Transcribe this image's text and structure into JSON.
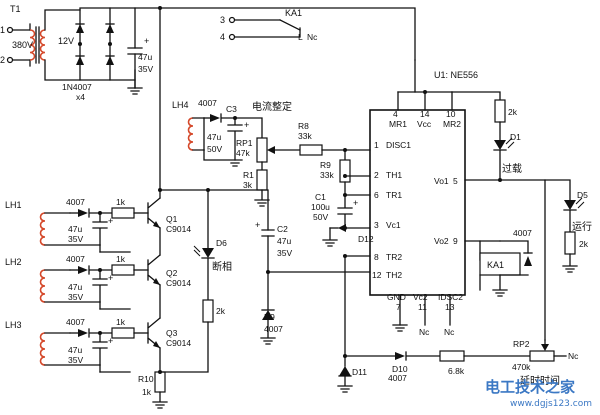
{
  "labels": {
    "t1": "T1",
    "v380": "380V",
    "v12": "12V",
    "term1": "1",
    "term2": "2",
    "term3": "3",
    "term4": "4",
    "rect_diode": "1N4007",
    "rect_x4": "x4",
    "cap_main_val": "47u",
    "cap_main_volt": "35V",
    "ka1_top": "KA1",
    "ka1_l": "L",
    "ka1_nc": "Nc",
    "ic_name": "U1: NE556",
    "pin4": "4",
    "pin4_name": "MR1",
    "pin14": "14",
    "pin14_name": "Vcc",
    "pin10": "10",
    "pin10_name": "MR2",
    "r_2k_top": "2k",
    "d1": "D1",
    "overload": "过载",
    "lh4": "LH4",
    "d4007_lh4": "4007",
    "c3": "C3",
    "c3_val": "47u",
    "c3_volt": "50V",
    "current_set": "电流整定",
    "rp1": "RP1",
    "rp1_val": "47k",
    "r1": "R1",
    "r1_val": "3k",
    "r8": "R8",
    "r8_val": "33k",
    "r9": "R9",
    "r9_val": "33k",
    "pin1": "1",
    "pin1_name": "DISC1",
    "pin2": "2",
    "pin2_name": "TH1",
    "pin6": "6",
    "pin6_name": "TR1",
    "pin3": "3",
    "pin3_name": "Vc1",
    "pin8": "8",
    "pin8_name": "TR2",
    "pin12": "12",
    "pin12_name": "TH2",
    "pin5": "5",
    "pin5_name": "Vo1",
    "pin9": "9",
    "pin9_name": "Vo2",
    "pin7": "7",
    "pin7_name": "GND",
    "pin11": "11",
    "pin11_name": "Vc2",
    "pin13": "13",
    "pin13_name": "IDSC2",
    "c1": "C1",
    "c1_val": "100u",
    "c1_volt": "50V",
    "d12": "D12",
    "d5": "D5",
    "run": "运行",
    "r_2k_right": "2k",
    "d4007_right": "4007",
    "ka1_coil": "KA1",
    "lh1": "LH1",
    "lh2": "LH2",
    "lh3": "LH3",
    "d4007_lh1": "4007",
    "d4007_lh2": "4007",
    "d4007_lh3": "4007",
    "r1k_a": "1k",
    "r1k_b": "1k",
    "r1k_c": "1k",
    "cap_lh1_val": "47u",
    "cap_lh1_volt": "35V",
    "cap_lh2_val": "47u",
    "cap_lh2_volt": "35V",
    "cap_lh3_val": "47u",
    "cap_lh3_volt": "35V",
    "q1": "Q1",
    "q1_type": "C9014",
    "q2": "Q2",
    "q2_type": "C9014",
    "q3": "Q3",
    "q3_type": "C9014",
    "d6": "D6",
    "phase_break": "断相",
    "r_2k_mid": "2k",
    "c2": "C2",
    "c2_val": "47u",
    "c2_volt": "35V",
    "d9": "D9",
    "d9_val": "4007",
    "r10": "R10",
    "r10_val": "1k",
    "d11": "D11",
    "d10": "D10",
    "d10_val": "4007",
    "r_68k": "6.8k",
    "rp2": "RP2",
    "rp2_val": "470k",
    "rp2_nc": "Nc",
    "delay_time": "延时时间",
    "nc_a": "Nc",
    "nc_b": "Nc",
    "watermark": "电工技术之家",
    "watermark_url": "www.dgjs123.com"
  },
  "colors": {
    "coil": "#d5492b",
    "watermark": "#3b78c4"
  }
}
